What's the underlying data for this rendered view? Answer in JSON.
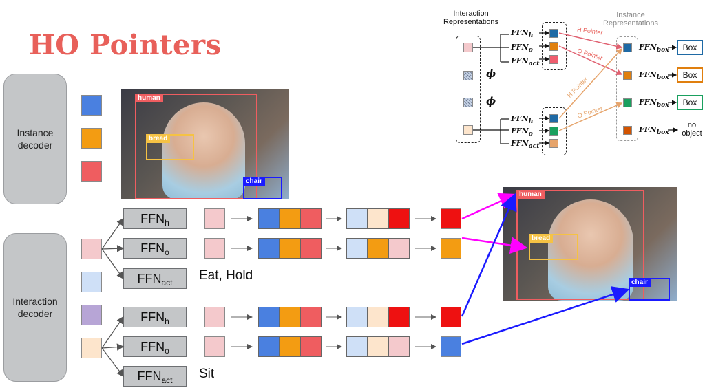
{
  "title": "HO Pointers",
  "decoders": {
    "instance": "Instance\ndecoder",
    "interaction": "Interaction\ndecoder"
  },
  "ffn": {
    "h_main": "FFN",
    "h_sub": "h",
    "o_main": "FFN",
    "o_sub": "o",
    "act_main": "FFN",
    "act_sub": "act"
  },
  "actions": {
    "top": "Eat, Hold",
    "bottom": "Sit"
  },
  "photo_labels": {
    "human": "human",
    "bread": "bread",
    "chair": "chair"
  },
  "inset": {
    "interaction_reps": "Interaction\nRepresentations",
    "instance_reps": "Instance\nRepresentations",
    "phi": "ϕ",
    "ffn_h": "FFN",
    "ffn_h_sub": "h",
    "ffn_o": "FFN",
    "ffn_o_sub": "o",
    "ffn_act": "FFN",
    "ffn_act_sub": "act",
    "ffn_box": "FFN",
    "ffn_box_sub": "box",
    "h_pointer": "H Pointer",
    "o_pointer": "O Pointer",
    "box": "Box",
    "no_object": "no\nobject"
  },
  "colors": {
    "accent_title": "#e8605a",
    "blue": "#4a80e0",
    "orange": "#f39c12",
    "red": "#ef5d60",
    "pink_light": "#f4c9cc",
    "blue_light": "#cfe0f7",
    "peach_light": "#fde5cc",
    "purple_light": "#b7a5d6",
    "pointer_red": "#ee1111",
    "magenta": "#ff00ff",
    "pointer_blue": "#1a1aff"
  }
}
